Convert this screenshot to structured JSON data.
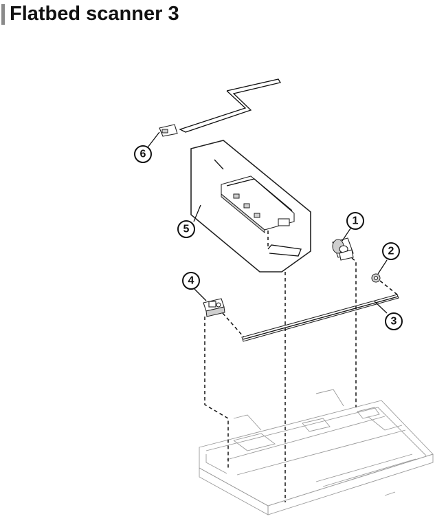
{
  "page": {
    "title": "Flatbed scanner 3"
  },
  "callouts": [
    {
      "id": "1",
      "label": "1"
    },
    {
      "id": "2",
      "label": "2"
    },
    {
      "id": "3",
      "label": "3"
    },
    {
      "id": "4",
      "label": "4"
    },
    {
      "id": "5",
      "label": "5"
    },
    {
      "id": "6",
      "label": "6"
    }
  ],
  "colors": {
    "title_accent": "#8a8a8a",
    "line": "#111111",
    "ghost_frame": "#9a9a9a"
  }
}
